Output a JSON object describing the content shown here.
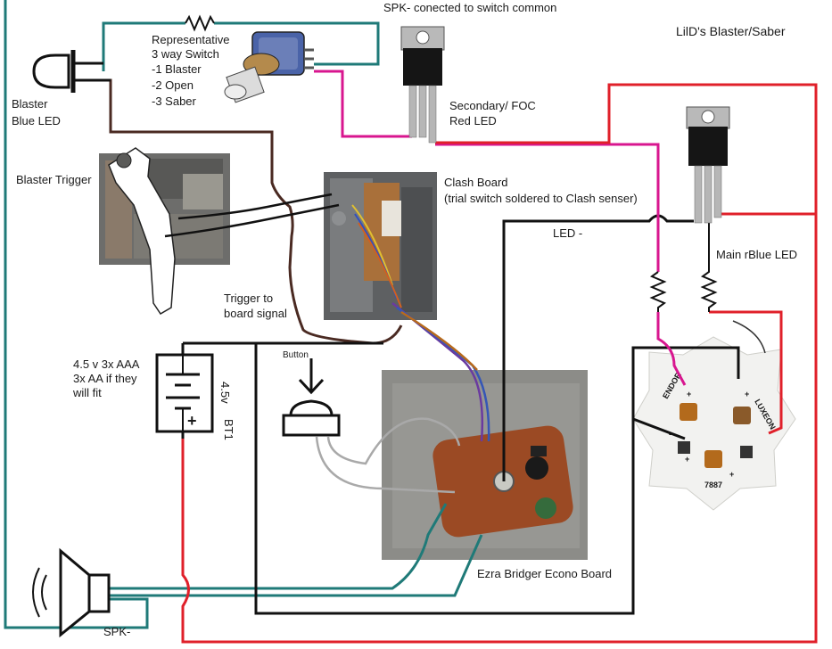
{
  "title": "LilD's Blaster/Saber",
  "labels": {
    "spk_common": "SPK- conected to switch common",
    "switch_lines": [
      "Representative",
      "3 way Switch",
      "-1 Blaster",
      "-2 Open",
      "-3 Saber"
    ],
    "blaster_led_lines": [
      "Blaster",
      "Blue LED"
    ],
    "secondary_led_lines": [
      "Secondary/ FOC",
      "Red LED"
    ],
    "clash_board_lines": [
      "Clash Board",
      "(trial switch soldered to Clash senser)"
    ],
    "blaster_trigger": "Blaster Trigger",
    "led_minus": "LED -",
    "main_led": "Main rBlue LED",
    "trigger_signal_lines": [
      "Trigger to",
      "board signal"
    ],
    "button": "Button",
    "battery_lines": [
      "4.5 v 3x AAA",
      "3x AA if  they",
      "will fit"
    ],
    "bt1": "BT1",
    "bt_voltage": "4.5v",
    "econo_board": "Ezra Bridger Econo Board",
    "spk_minus": "SPK-"
  },
  "colors": {
    "teal": "#1f7a78",
    "brown": "#4a2a22",
    "black": "#111111",
    "magenta": "#d8168f",
    "red": "#e0202a"
  }
}
